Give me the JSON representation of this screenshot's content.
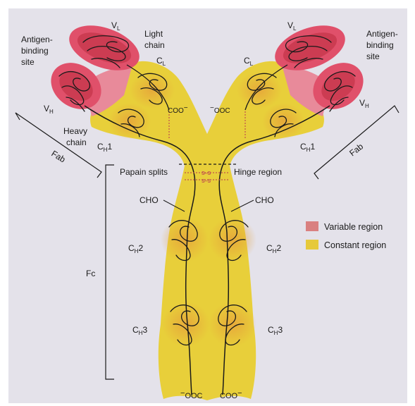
{
  "labels": {
    "antigen_left": [
      "Antigen-",
      "binding",
      "site"
    ],
    "antigen_right": [
      "Antigen-",
      "binding",
      "site"
    ],
    "light_chain": [
      "Light",
      "chain"
    ],
    "heavy_chain": [
      "Heavy",
      "chain"
    ],
    "vl": "V",
    "vl_sub": "L",
    "vh": "V",
    "vh_sub": "H",
    "cl": "C",
    "cl_sub": "L",
    "ch": "C",
    "ch_sub": "H",
    "ch1": "1",
    "ch2": "2",
    "ch3": "3",
    "fab": "Fab",
    "fc": "Fc",
    "papain": "Papain splits",
    "hinge": "Hinge region",
    "cho": "CHO",
    "coo": "COO",
    "ooc": "OOC",
    "minus": "−",
    "ss": "S",
    "ss_bond": "S–S"
  },
  "legend": [
    {
      "label": "Variable region",
      "color": "#d98080"
    },
    {
      "label": "Constant region",
      "color": "#e6c93a"
    }
  ],
  "colors": {
    "background": "#e4e2ea",
    "constant": "#e8cf3a",
    "constant_dark": "#e3b43a",
    "variable": "#e0506a",
    "variable_light": "#e88a9a",
    "chain": "#1a1a1a"
  }
}
